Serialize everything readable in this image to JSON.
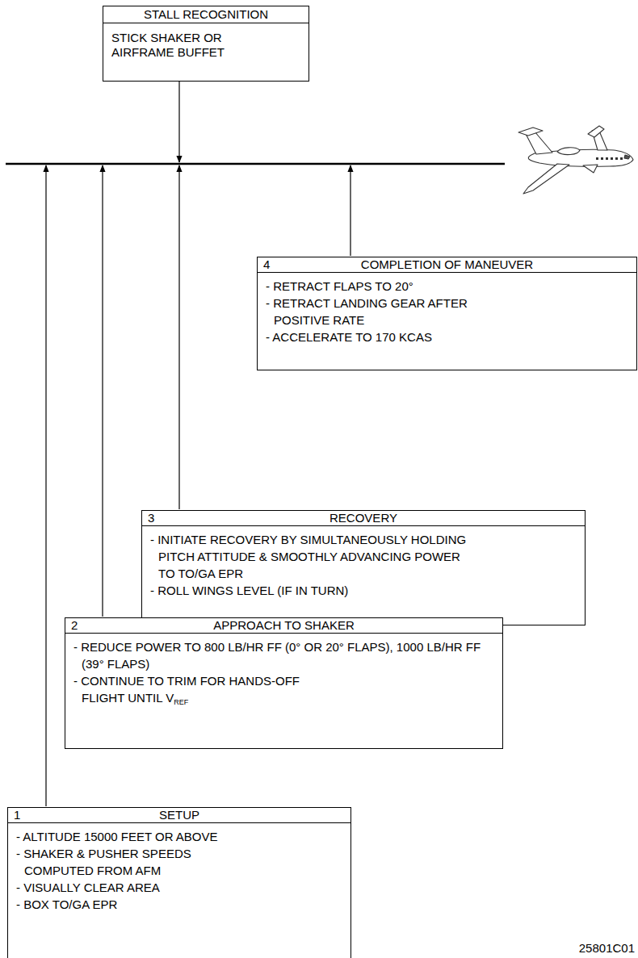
{
  "diagram": {
    "nodes": [
      {
        "text": [
          "STALL RECOGNITION",
          "STICK SHAKER OR AIRFRAME BUFFET"
        ]
      },
      {
        "text": [
          "4",
          "COMPLETION OF MANEUVER",
          "- RETRACT FLAPS TO 20°",
          "- RETRACT LANDING GEAR AFTER POSITIVE RATE",
          "- ACCELERATE TO 170 KCAS"
        ]
      },
      {
        "text": [
          "3",
          "RECOVERY",
          "- INITIATE RECOVERY BY SIMULTANEOUSLY HOLDING PITCH ATTITUDE & SMOOTHLY ADVANCING POWER TO TO/GA EPR",
          "- ROLL WINGS LEVEL (IF IN TURN)"
        ]
      },
      {
        "text": [
          "2",
          "APPROACH TO SHAKER",
          "- REDUCE POWER TO 800 LB/HR FF (0° OR 20° FLAPS), 1000 LB/HR FF (39° FLAPS)",
          "- CONTINUE TO TRIM FOR HANDS-OFF FLIGHT UNTIL V",
          "REF"
        ]
      },
      {
        "text": [
          "1",
          "SETUP",
          "- ALTITUDE 15000 FEET OR ABOVE",
          "- SHAKER & PUSHER SPEEDS COMPUTED FROM AFM",
          "- VISUALLY CLEAR AREA",
          "- BOX TO/GA EPR"
        ]
      }
    ],
    "labels": [
      "25801C01"
    ]
  }
}
